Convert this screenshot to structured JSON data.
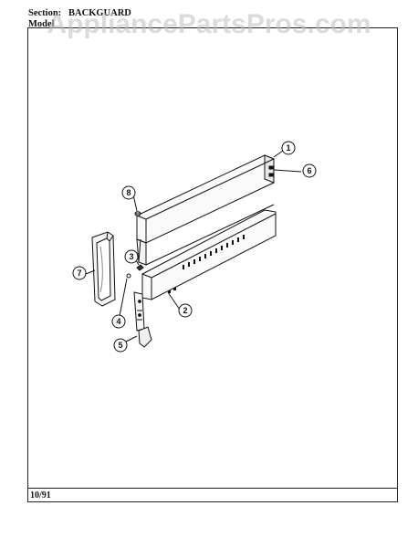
{
  "header": {
    "section_label": "Section:",
    "section_value": "BACKGUARD",
    "model_label": "Model",
    "model_value": "(obscured)"
  },
  "watermark": "AppliancePartsPros.com",
  "footer": {
    "date": "10/91"
  },
  "callouts": [
    "1",
    "6",
    "8",
    "3",
    "2",
    "7",
    "4",
    "5"
  ]
}
